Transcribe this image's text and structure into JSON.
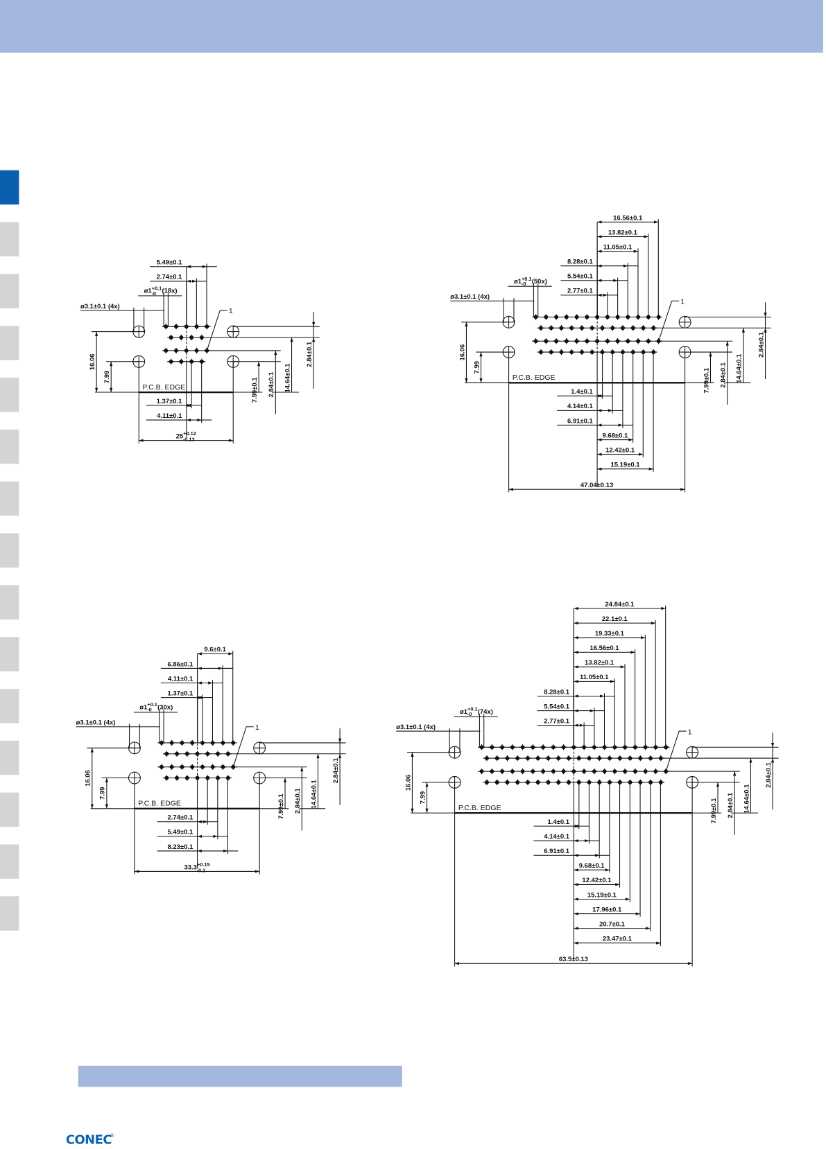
{
  "colors": {
    "header": "#a3b6dd",
    "tab_active": "#0a5fae",
    "tab_inactive": "#d3d4d6",
    "footer_bar": "#a3b6dd",
    "logo": "#0a62b0"
  },
  "logo": {
    "text": "CONEC",
    "mark": "®"
  },
  "side_tabs": {
    "count": 15,
    "active_index": 0
  },
  "drawings": [
    {
      "name": "drawing-18-pin",
      "pins_top_row": 5,
      "pin_total": "18x",
      "hole_label": "ø3.1±0.1 (4x)",
      "pin_label": {
        "main": "ø1",
        "sup": "+0.1",
        "sub": "-0",
        "count": "(18x)"
      },
      "pcb_edge": "P.C.B. EDGE",
      "callout": "1",
      "top_dims": [
        "2.74±0.1",
        "5.49±0.1"
      ],
      "bottom_dims": [
        "1.37±0.1",
        "4.11±0.1"
      ],
      "total": {
        "main": "25",
        "sup": "+0.12",
        "sub": "-0.13"
      },
      "left_dims": [
        "16.06",
        "7.99"
      ],
      "right_dims": [
        "7.99±0.1",
        "2.84±0.1",
        "14.64±0.1",
        "2.84±0.1"
      ]
    },
    {
      "name": "drawing-50-pin",
      "pins_top_row": 13,
      "pin_total": "50x",
      "hole_label": "ø3.1±0.1 (4x)",
      "pin_label": {
        "main": "ø1",
        "sup": "+0.1",
        "sub": "-0",
        "count": "(50x)"
      },
      "pcb_edge": "P.C.B. EDGE",
      "callout": "1",
      "top_dims": [
        "2.77±0.1",
        "5.54±0.1",
        "8.28±0.1",
        "11.05±0.1",
        "13.82±0.1",
        "16.56±0.1"
      ],
      "bottom_dims": [
        "1.4±0.1",
        "4.14±0.1",
        "6.91±0.1",
        "9.68±0.1",
        "12.42±0.1",
        "15.19±0.1"
      ],
      "total": {
        "main": "47.04±0.13",
        "sup": "",
        "sub": ""
      },
      "left_dims": [
        "16.06",
        "7.99"
      ],
      "right_dims": [
        "7.99±0.1",
        "2.84±0.1",
        "14.64±0.1",
        "2.84±0.1"
      ]
    },
    {
      "name": "drawing-30-pin",
      "pins_top_row": 8,
      "pin_total": "30x",
      "hole_label": "ø3.1±0.1 (4x)",
      "pin_label": {
        "main": "ø1",
        "sup": "+0.1",
        "sub": "-0",
        "count": "(30x)"
      },
      "pcb_edge": "P.C.B. EDGE",
      "callout": "1",
      "top_dims": [
        "1.37±0.1",
        "4.11±0.1",
        "6.86±0.1",
        "9.6±0.1"
      ],
      "bottom_dims": [
        "2.74±0.1",
        "5.49±0.1",
        "8.23±0.1"
      ],
      "total": {
        "main": "33.3",
        "sup": "+0.15",
        "sub": "-0.1"
      },
      "left_dims": [
        "16.06",
        "7.99"
      ],
      "right_dims": [
        "7.99±0.1",
        "2.84±0.1",
        "14.64±0.1",
        "2.84±0.1"
      ]
    },
    {
      "name": "drawing-74-pin",
      "pins_top_row": 19,
      "pin_total": "74x",
      "hole_label": "ø3.1±0.1 (4x)",
      "pin_label": {
        "main": "ø1",
        "sup": "+0.1",
        "sub": "-0",
        "count": "(74x)"
      },
      "pcb_edge": "P.C.B. EDGE",
      "callout": "1",
      "top_dims": [
        "2.77±0.1",
        "5.54±0.1",
        "8.28±0.1",
        "11.05±0.1",
        "13.82±0.1",
        "16.56±0.1",
        "19.33±0.1",
        "22.1±0.1",
        "24.84±0.1"
      ],
      "bottom_dims": [
        "1.4±0.1",
        "4.14±0.1",
        "6.91±0.1",
        "9.68±0.1",
        "12.42±0.1",
        "15.19±0.1",
        "17.96±0.1",
        "20.7±0.1",
        "23.47±0.1"
      ],
      "total": {
        "main": "63.5±0.13",
        "sup": "",
        "sub": ""
      },
      "left_dims": [
        "16.06",
        "7.99"
      ],
      "right_dims": [
        "7.99±0.1",
        "2.84±0.1",
        "14.64±0.1",
        "2.84±0.1"
      ]
    }
  ]
}
